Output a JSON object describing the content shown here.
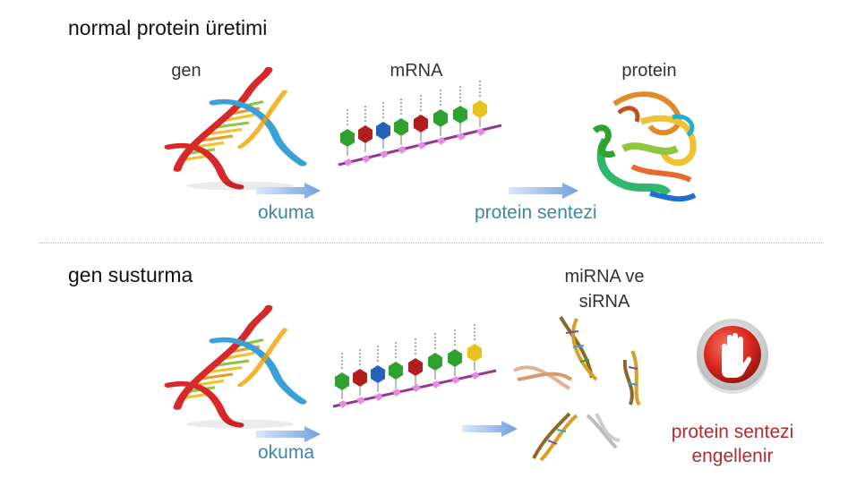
{
  "sections": {
    "normal": {
      "title": "normal protein üretimi",
      "gene_label": "gen",
      "mrna_label": "mRNA",
      "protein_label": "protein",
      "step1": "okuma",
      "step2": "protein sentezi"
    },
    "silencing": {
      "title": "gen susturma",
      "step1": "okuma",
      "rna_label_line1": "miRNA ve",
      "rna_label_line2": "siRNA",
      "result_line1": "protein sentezi",
      "result_line2": "engellenir"
    }
  },
  "colors": {
    "arrow": "#8fb3e6",
    "step_text": "#3d85b0",
    "blocked_text": "#b52a2a",
    "stop_sign": "#d9261c"
  },
  "icons": [
    "dna-helix-icon",
    "mrna-strand-icon",
    "protein-structure-icon",
    "rna-fragments-icon",
    "stop-hand-icon"
  ]
}
